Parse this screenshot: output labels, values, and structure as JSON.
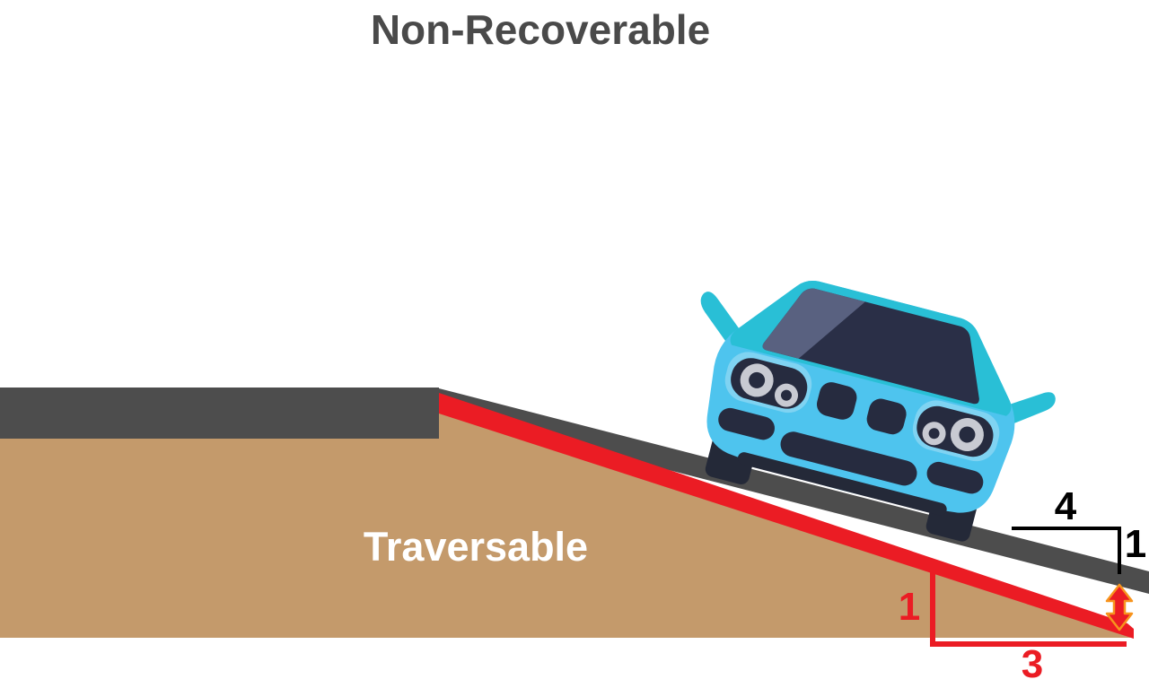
{
  "title": {
    "text": "Non-Recoverable",
    "color": "#4A4A4A"
  },
  "terrain": {
    "label": "Traversable",
    "label_color": "#FFFFFF",
    "fill": "#C49A6B"
  },
  "road": {
    "fill": "#4D4D4D"
  },
  "road_slope": {
    "ratio": "4:1",
    "run_label": "4",
    "rise_label": "1",
    "annotation_color": "#000000"
  },
  "terrain_slope": {
    "ratio": "3:1",
    "rise_label": "1",
    "run_label": "3",
    "line_color": "#EB1C24"
  },
  "gap_arrow": {
    "fill": "#EB1C24",
    "outline": "#F7941D"
  },
  "car": {
    "body_color": "#4EC4EE",
    "roof_color": "#29BFD6",
    "glass_color": "#2A2F47",
    "detail_color": "#262B3F",
    "lamp_ring_color": "#C8CAD2"
  }
}
